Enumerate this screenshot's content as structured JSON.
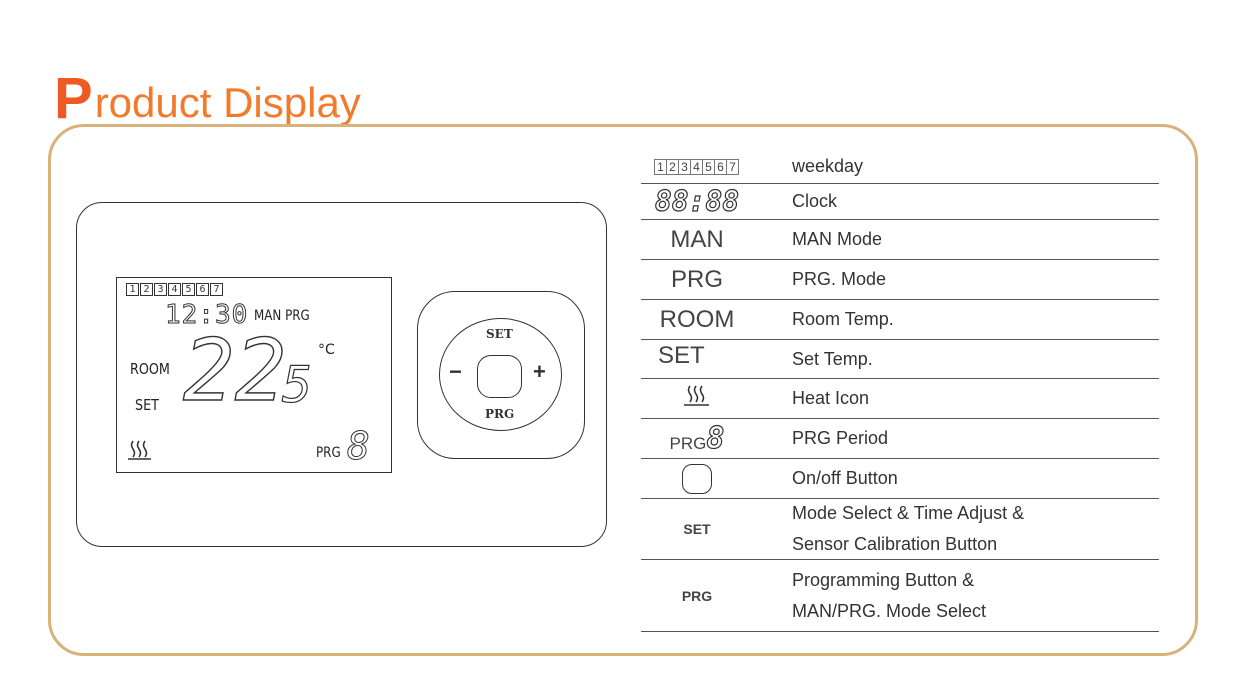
{
  "title": {
    "first_letter": "P",
    "rest": "roduct Display"
  },
  "colors": {
    "accent_orange": "#ef5a24",
    "frame_gold": "#d9b27b"
  },
  "lcd": {
    "weekdays": [
      "1",
      "2",
      "3",
      "4",
      "5",
      "6",
      "7"
    ],
    "clock": "12:30",
    "mode": "MAN PRG",
    "room_label": "ROOM",
    "set_label": "SET",
    "temperature": "22",
    "temperature_decimal": "5",
    "unit": "°C",
    "prg_label": "PRG",
    "prg_digit": "8",
    "heat_icon": "heat-icon"
  },
  "pad": {
    "set_label": "SET",
    "prg_label": "PRG",
    "minus": "−",
    "plus": "+"
  },
  "legend": [
    {
      "symbol_type": "weekday",
      "symbol": [
        "1",
        "2",
        "3",
        "4",
        "5",
        "6",
        "7"
      ],
      "desc": [
        "weekday"
      ]
    },
    {
      "symbol_type": "clock",
      "symbol": "88:88",
      "desc": [
        "Clock"
      ]
    },
    {
      "symbol_type": "text",
      "symbol": "MAN",
      "desc": [
        "MAN Mode"
      ]
    },
    {
      "symbol_type": "text",
      "symbol": "PRG",
      "desc": [
        "PRG. Mode"
      ]
    },
    {
      "symbol_type": "text",
      "symbol": "ROOM",
      "desc": [
        "Room Temp."
      ]
    },
    {
      "symbol_type": "text",
      "symbol": "SET",
      "desc": [
        "Set Temp."
      ]
    },
    {
      "symbol_type": "icon",
      "symbol": "heat-icon",
      "desc": [
        "Heat Icon"
      ]
    },
    {
      "symbol_type": "prg8",
      "symbol": [
        "PRG",
        "8"
      ],
      "desc": [
        "PRG Period"
      ]
    },
    {
      "symbol_type": "icon",
      "symbol": "power-button-icon",
      "desc": [
        "On/off Button"
      ]
    },
    {
      "symbol_type": "small",
      "symbol": "SET",
      "desc": [
        "Mode Select & Time Adjust &",
        "Sensor Calibration Button"
      ]
    },
    {
      "symbol_type": "small",
      "symbol": "PRG",
      "desc": [
        "Programming Button &",
        "MAN/PRG. Mode Select"
      ]
    }
  ]
}
